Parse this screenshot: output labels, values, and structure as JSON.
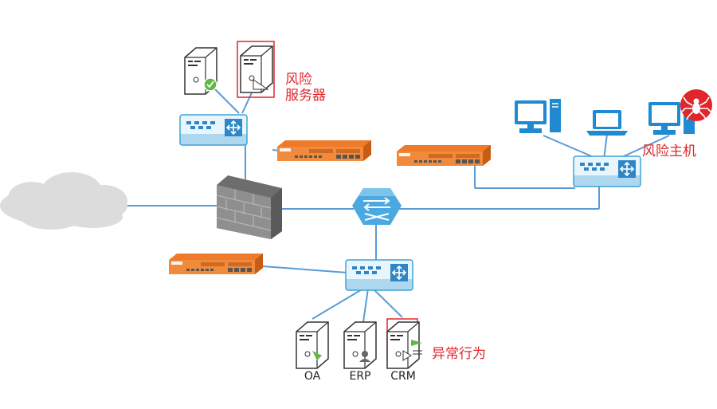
{
  "colors": {
    "link": "#5b9bd5",
    "switch_fill": "#e9f5fd",
    "switch_stroke": "#3ea3d8",
    "appliance_orange": "#ee7a2a",
    "alert_red": "#e0262b",
    "pc_blue": "#1f8ad1",
    "cloud_gray": "#dcdcdc",
    "firewall_gray": "#8f8f8f"
  },
  "labels": {
    "risk_server_line1": "风险",
    "risk_server_line2": "服务器",
    "risk_host": "风险主机",
    "abnormal_behavior": "异常行为",
    "server_oa": "OA",
    "server_erp": "ERP",
    "server_crm": "CRM"
  },
  "icons": {
    "cloud": "cloud-icon",
    "firewall": "firewall-icon",
    "core_router": "router-icon",
    "switch": "switch-icon",
    "server": "server-icon",
    "pc": "desktop-pc-icon",
    "laptop": "laptop-icon",
    "spider": "spider-malware-icon",
    "appliance": "security-appliance-icon"
  }
}
